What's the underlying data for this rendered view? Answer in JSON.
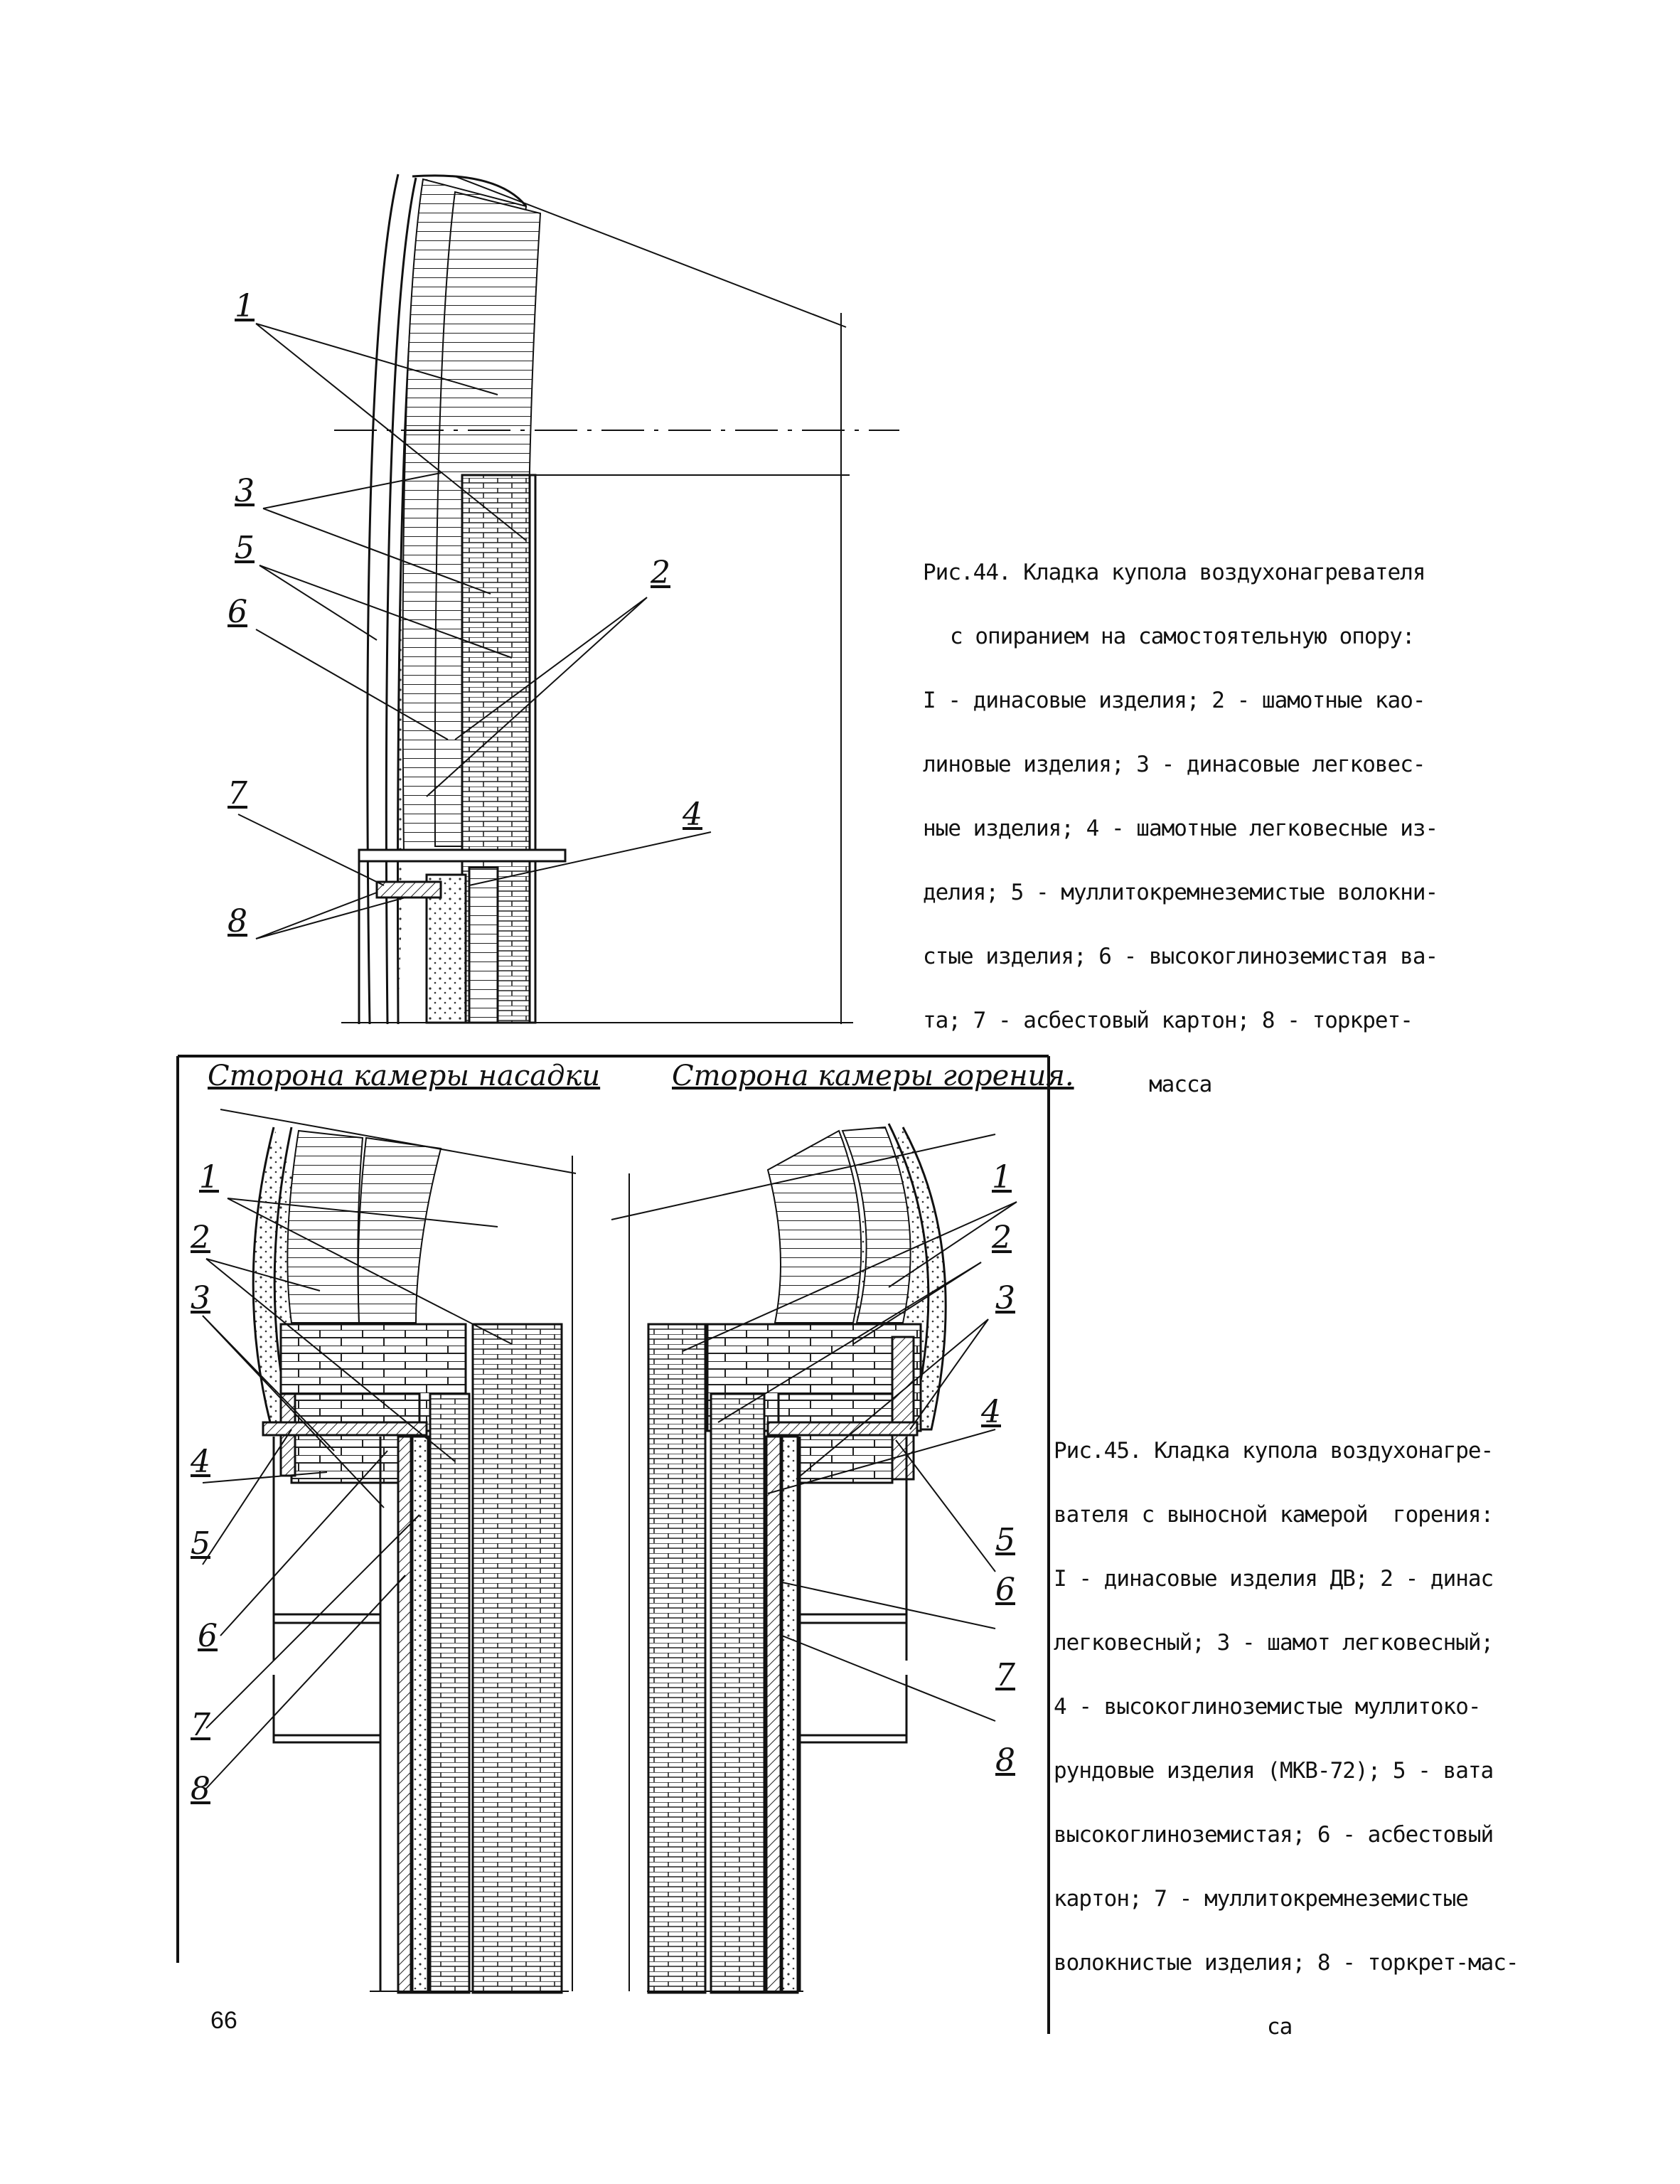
{
  "figure44": {
    "caption_lines": [
      "Рис.44. Кладка купола воздухонагревателя",
      "с опиранием на самостоятельную опору:",
      "I - динасовые изделия; 2 - шамотные као-",
      "линовые изделия; 3 - динасовые легковес-",
      "ные изделия; 4 - шамотные легковесные из-",
      "делия; 5 - муллитокремнеземистые волокни-",
      "стые изделия; 6 - высокоглиноземистая ва-",
      "та; 7 - асбестовый картон; 8 - торкрет-",
      "масса"
    ],
    "labels": [
      "1",
      "3",
      "5",
      "6",
      "2",
      "7",
      "8",
      "4"
    ]
  },
  "figure45": {
    "left_title": "Сторона камеры насадки",
    "right_title": "Сторона камеры горения.",
    "caption_lines": [
      "Рис.45. Кладка купола воздухонагре-",
      "вателя с выносной камерой  горения:",
      "I - динасовые изделия ДВ; 2 - динас",
      "легковесный; 3 - шамот легковесный;",
      "4 - высокоглиноземистые муллитоко-",
      "рундовые изделия (МКВ-72); 5 - вата",
      "высокоглиноземистая; 6 - асбестовый",
      "картон; 7 - муллитокремнеземистые",
      "волокнистые изделия; 8 - торкрет-мас-",
      "са"
    ],
    "left_labels": [
      "1",
      "2",
      "3",
      "4",
      "5",
      "6",
      "7",
      "8"
    ],
    "right_labels": [
      "1",
      "2",
      "3",
      "4",
      "5",
      "6",
      "7",
      "8"
    ]
  },
  "page_number": "66"
}
